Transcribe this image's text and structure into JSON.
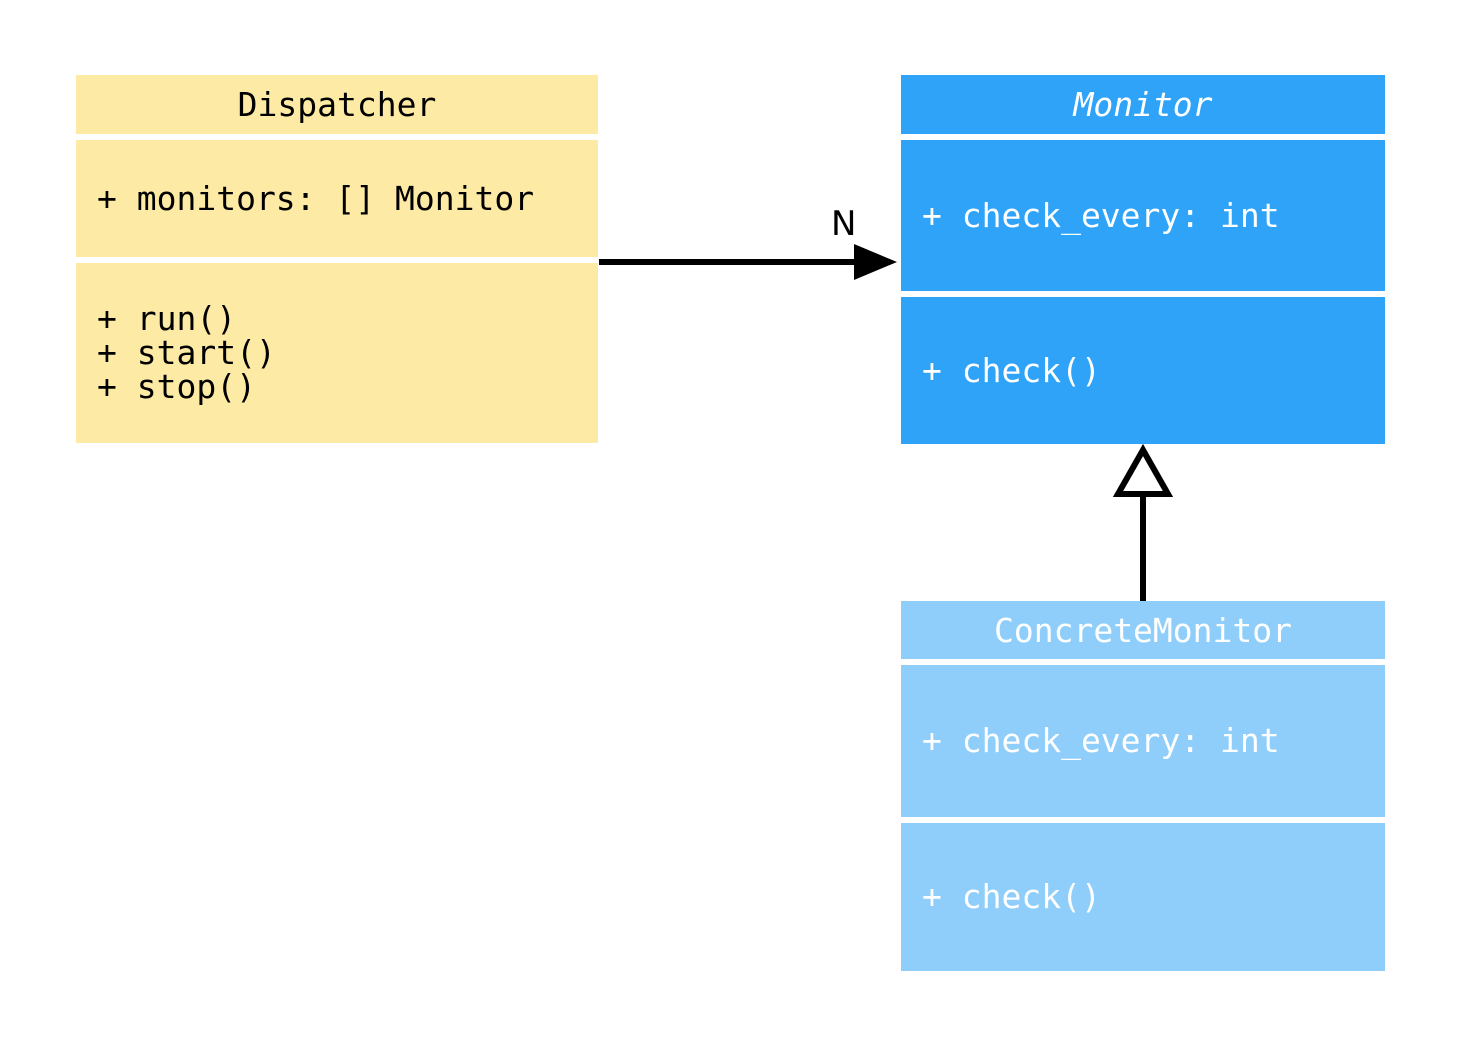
{
  "diagram": {
    "background_color": "#ffffff",
    "edge_color": "#000000",
    "classes": [
      {
        "name": "Dispatcher",
        "name_style": "normal",
        "fill": "#fdeaa4",
        "text_color": "#000000",
        "attributes": [
          "+ monitors: [] Monitor"
        ],
        "methods": [
          "+ run()",
          "+ start()",
          "+ stop()"
        ]
      },
      {
        "name": "Monitor",
        "name_style": "italic",
        "fill": "#2fa3f7",
        "text_color": "#ffffff",
        "attributes": [
          "+ check_every: int"
        ],
        "methods": [
          "+ check()"
        ]
      },
      {
        "name": "ConcreteMonitor",
        "name_style": "normal",
        "fill": "#8fcefa",
        "text_color": "#ffffff",
        "attributes": [
          "+ check_every: int"
        ],
        "methods": [
          "+ check()"
        ]
      }
    ],
    "edges": [
      {
        "type": "association",
        "from": "Dispatcher",
        "to": "Monitor",
        "label": "N"
      },
      {
        "type": "inheritance",
        "from": "ConcreteMonitor",
        "to": "Monitor",
        "label": ""
      }
    ]
  }
}
